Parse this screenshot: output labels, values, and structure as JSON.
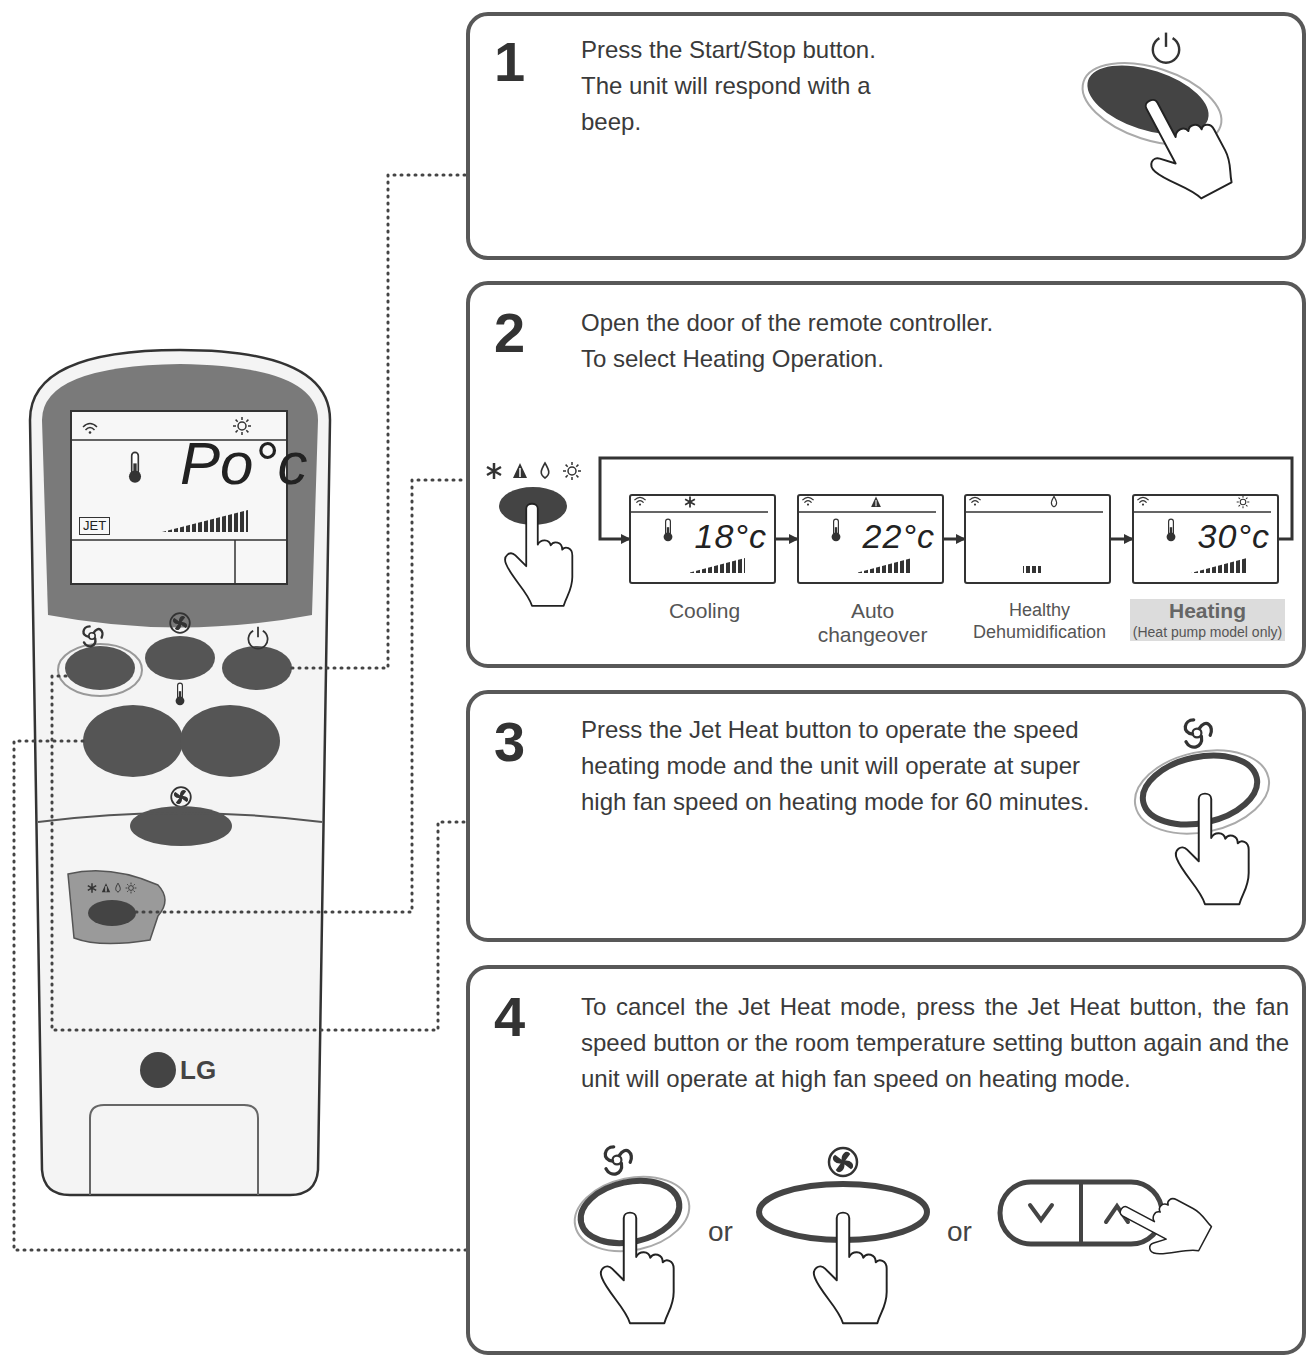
{
  "diagram": {
    "nodes": [
      {
        "text": [
          "LG"
        ]
      },
      {
        "text": [
          "Po°c",
          "JET"
        ],
        "in": 0
      },
      {
        "text": [
          "1",
          "Press the Start/Stop button. The unit will respond with a beep."
        ]
      },
      {
        "text": [
          "2",
          "Open the door of the remote controller.",
          "To select Heating Operation."
        ]
      },
      {
        "text": [
          "18°c",
          "Cooling"
        ],
        "in": 3
      },
      {
        "text": [
          "22°c",
          "Auto changeover"
        ],
        "in": 3
      },
      {
        "text": [
          "Healthy Dehumidification"
        ],
        "in": 3
      },
      {
        "text": [
          "30°c",
          "Heating",
          "(Heat pump model only)"
        ],
        "in": 3
      },
      {
        "text": [
          "3",
          "Press the Jet Heat button to operate the speed heating mode and the unit will operate at super high fan speed on heating mode for 60 minutes."
        ]
      },
      {
        "text": [
          "4",
          "To cancel the Jet Heat mode, press the Jet Heat button, the fan speed button or the room temperature setting button again and the unit will operate at high fan speed on heating mode."
        ]
      }
    ],
    "edges": [
      {
        "from": 0,
        "to": 2,
        "arrow": "none"
      },
      {
        "from": 0,
        "to": 3,
        "arrow": "none"
      },
      {
        "from": 0,
        "to": 8,
        "arrow": "none"
      },
      {
        "from": 0,
        "to": 9,
        "arrow": "none"
      },
      {
        "from": 4,
        "to": 5,
        "arrow": "to"
      },
      {
        "from": 5,
        "to": 6,
        "arrow": "to"
      },
      {
        "from": 6,
        "to": 7,
        "arrow": "to"
      },
      {
        "from": 7,
        "to": 4,
        "arrow": "to"
      }
    ],
    "labels": [
      "or",
      "or"
    ]
  }
}
